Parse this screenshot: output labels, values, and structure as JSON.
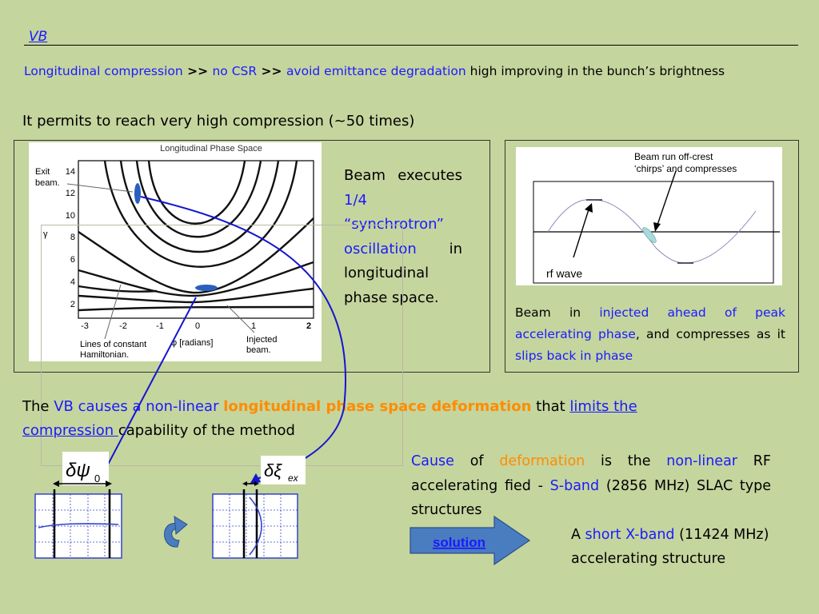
{
  "title": "VB",
  "line1": {
    "p1": "Longitudinal compression",
    "p2": " >> ",
    "p3": "no CSR",
    "p4": " >> ",
    "p5": "avoid emittance degradation",
    "p6": " high improving  in the bunch’s brightness"
  },
  "line2": "It permits to reach very high compression (~50 times)",
  "phase_plot": {
    "title": "Longitudinal Phase Space",
    "exit_beam": [
      "Exit",
      "beam."
    ],
    "y_axis_label": "γ",
    "y_ticks": [
      "14",
      "12",
      "10",
      "8",
      "6",
      "4",
      "2"
    ],
    "x_ticks": [
      "-3",
      "-2",
      "-1",
      "0",
      "1",
      "2"
    ],
    "x_label": "φ [radians]",
    "lines_label": [
      "Lines of constant",
      "Hamiltonian."
    ],
    "injected_label": [
      "Injected",
      "beam."
    ]
  },
  "beam_text": {
    "a": "Beam executes ",
    "b": "1/4 “synchrotron” oscillation",
    "c": " in longitudinal phase space."
  },
  "rf_plot": {
    "annotation": [
      "Beam run off-crest",
      "‘chirps’ and compresses"
    ],
    "rf_label": "rf wave"
  },
  "caption": {
    "a": "Beam in ",
    "b": "injected ahead of peak accelerating phase",
    "c": ", and compresses as it ",
    "d": "slips back in phase"
  },
  "vb_para": {
    "a": "The ",
    "b": "VB causes a non-linear ",
    "c": "longitudinal phase space deformation",
    "d": " that ",
    "e": "limits the compression ",
    "f": "capability of the method"
  },
  "formula_left": {
    "main": "δψ",
    "sub": "0"
  },
  "formula_right": {
    "main": "δξ",
    "sub": "ex"
  },
  "cause_para": {
    "a": "Cause",
    "b": " of ",
    "c": "deformation",
    "d": " is the ",
    "e": "non-linear",
    "f": " RF accelerating fied - ",
    "g": "S-band",
    "h": " (2856 MHz) SLAC type structures"
  },
  "solution_label": "solution",
  "xband": {
    "a": "A ",
    "b": "short X-band",
    "c": " (11424 MHz) accelerating structure"
  },
  "colors": {
    "background": "#c5d59e",
    "accent_blue": "#1a1aff",
    "accent_orange": "#ff8c00",
    "arrow_fill": "#4a7cc0"
  }
}
